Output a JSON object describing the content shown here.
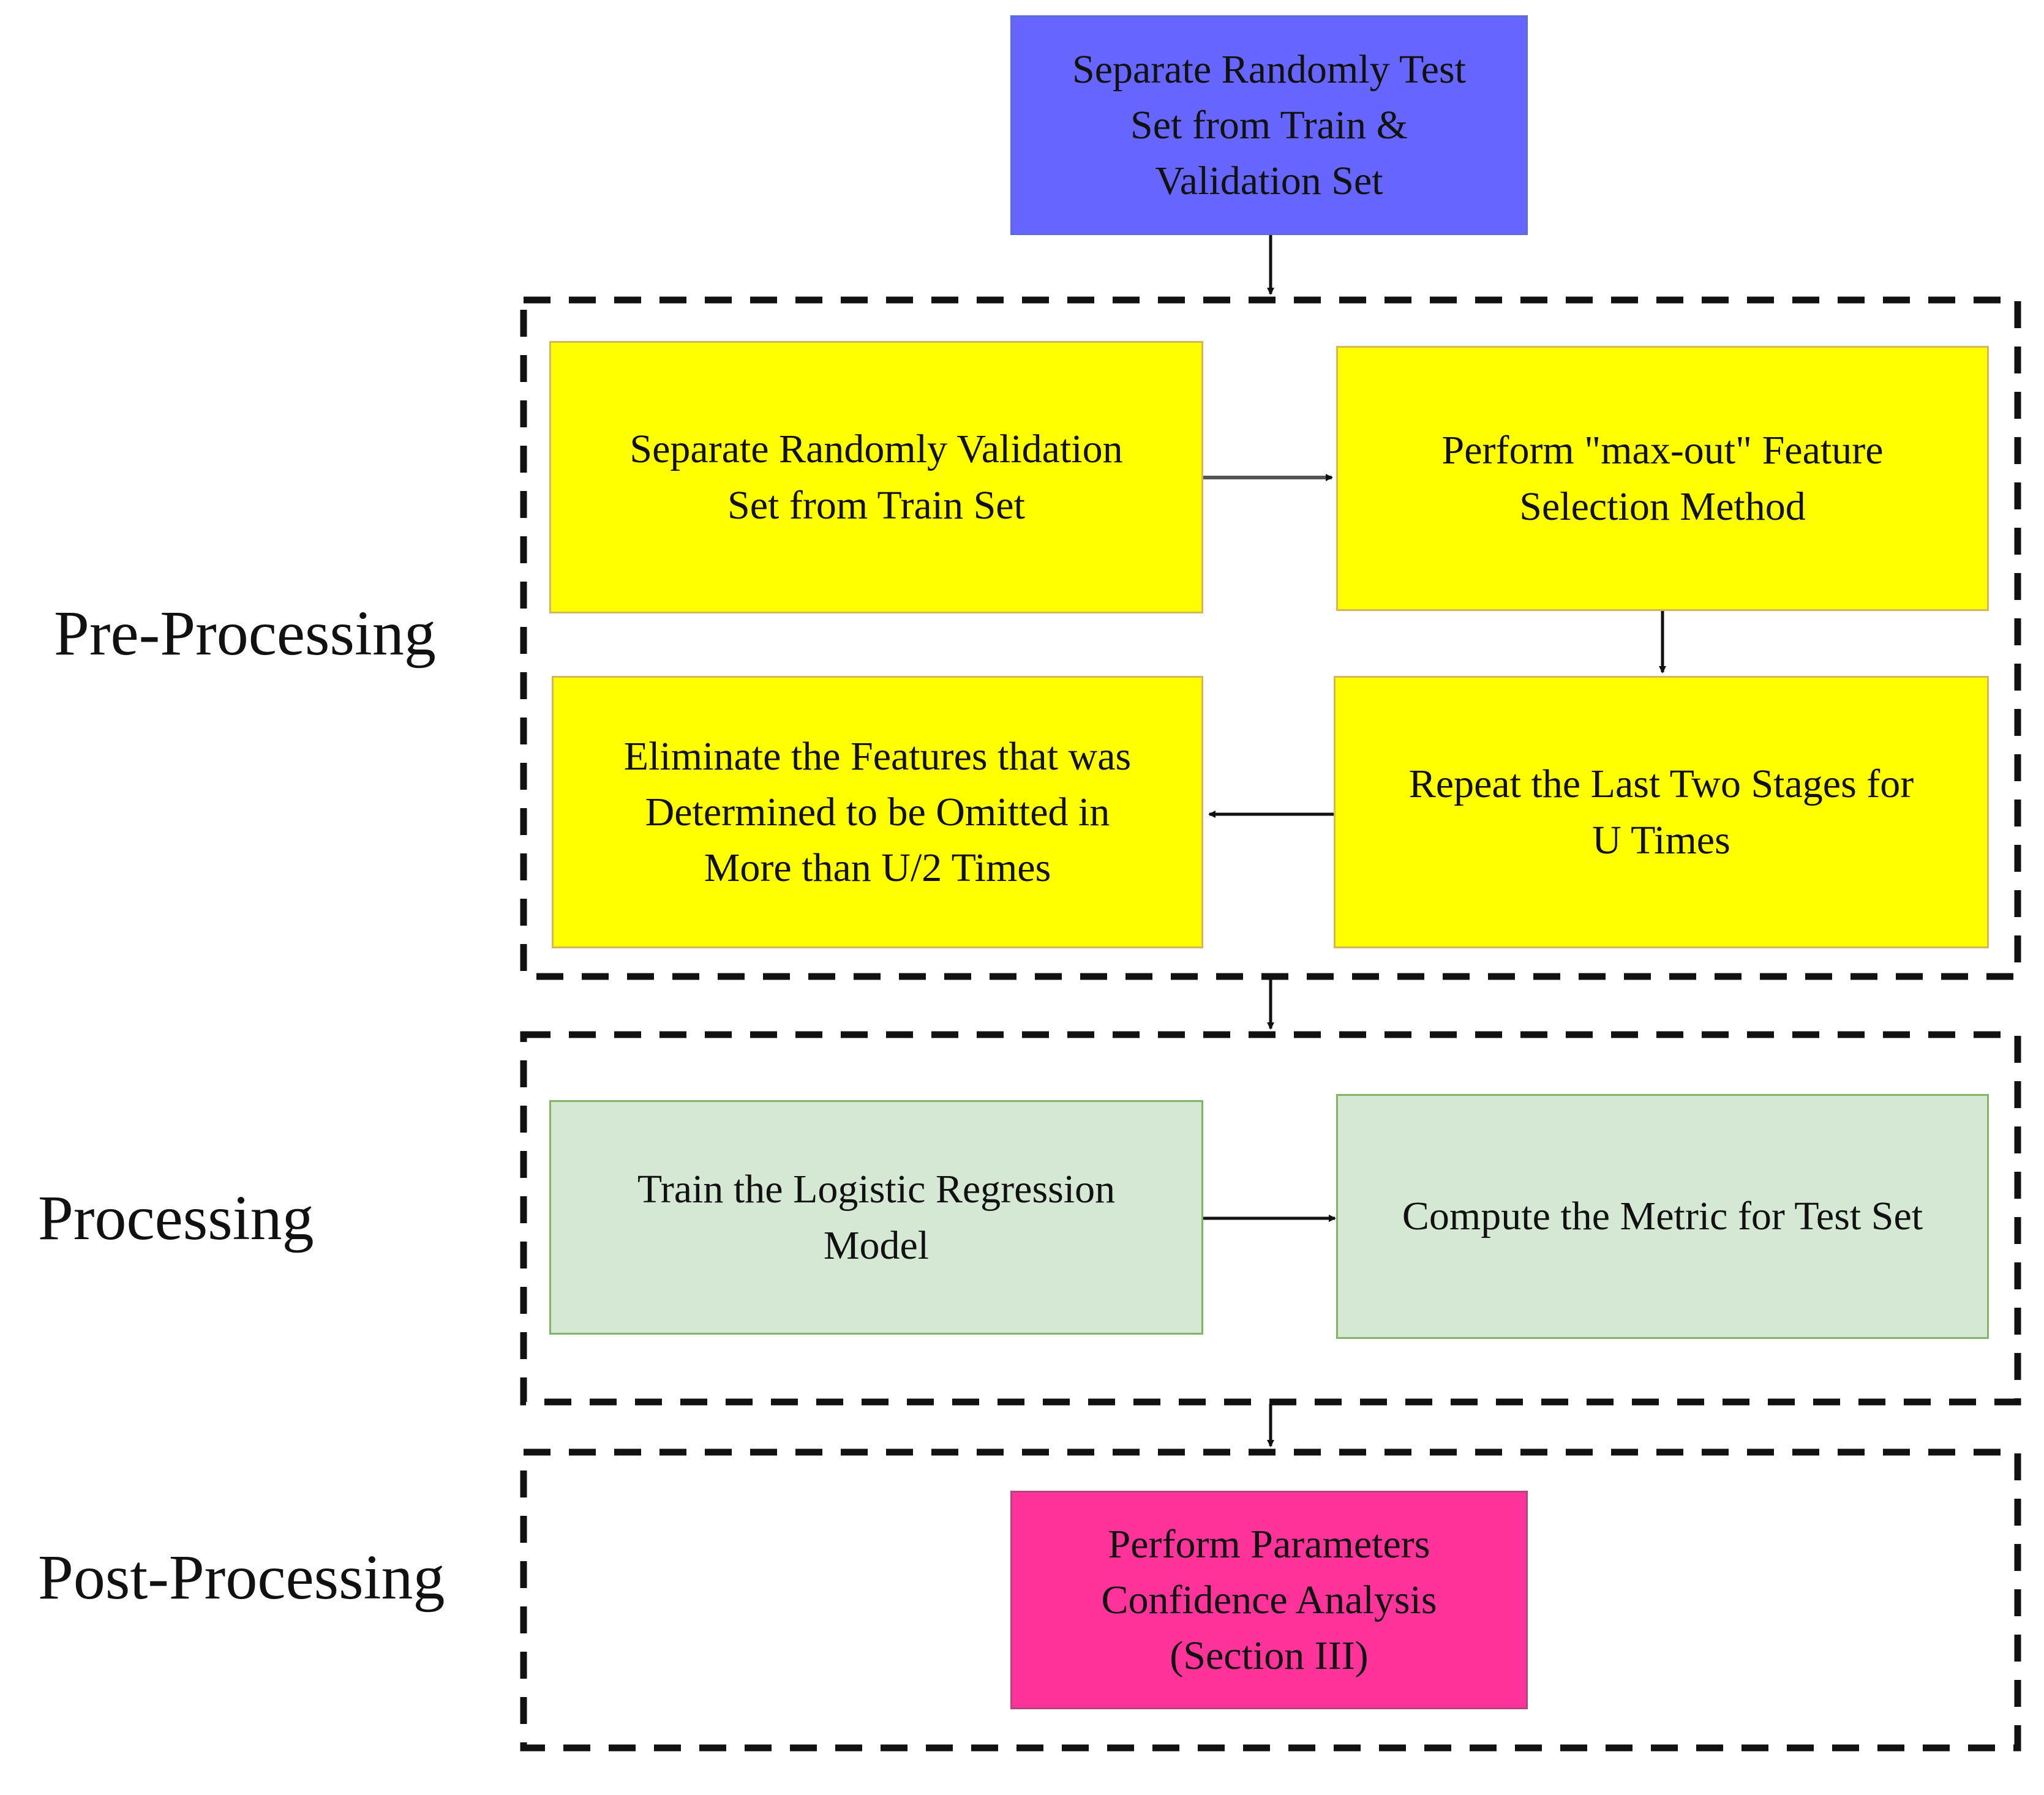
{
  "stages": {
    "pre_processing": "Pre-Processing",
    "processing": "Processing",
    "post_processing": "Post-Processing"
  },
  "nodes": {
    "separate_test": "Separate Randomly Test\nSet from Train &\nValidation Set",
    "separate_validation": "Separate Randomly Validation\nSet from Train Set",
    "max_out": "Perform \"max-out\" Feature\nSelection Method",
    "repeat": "Repeat the Last Two Stages for\nU Times",
    "eliminate": "Eliminate the Features that was\nDetermined to be Omitted in\nMore than U/2 Times",
    "train_lr": "Train the Logistic Regression\nModel",
    "compute_metric": "Compute the Metric for Test Set",
    "confidence": "Perform Parameters\nConfidence Analysis\n(Section III)"
  },
  "colors": {
    "blue": "#6666ff",
    "yellow": "#ffff00",
    "green": "#d5e8d4",
    "pink": "#ff3399"
  }
}
